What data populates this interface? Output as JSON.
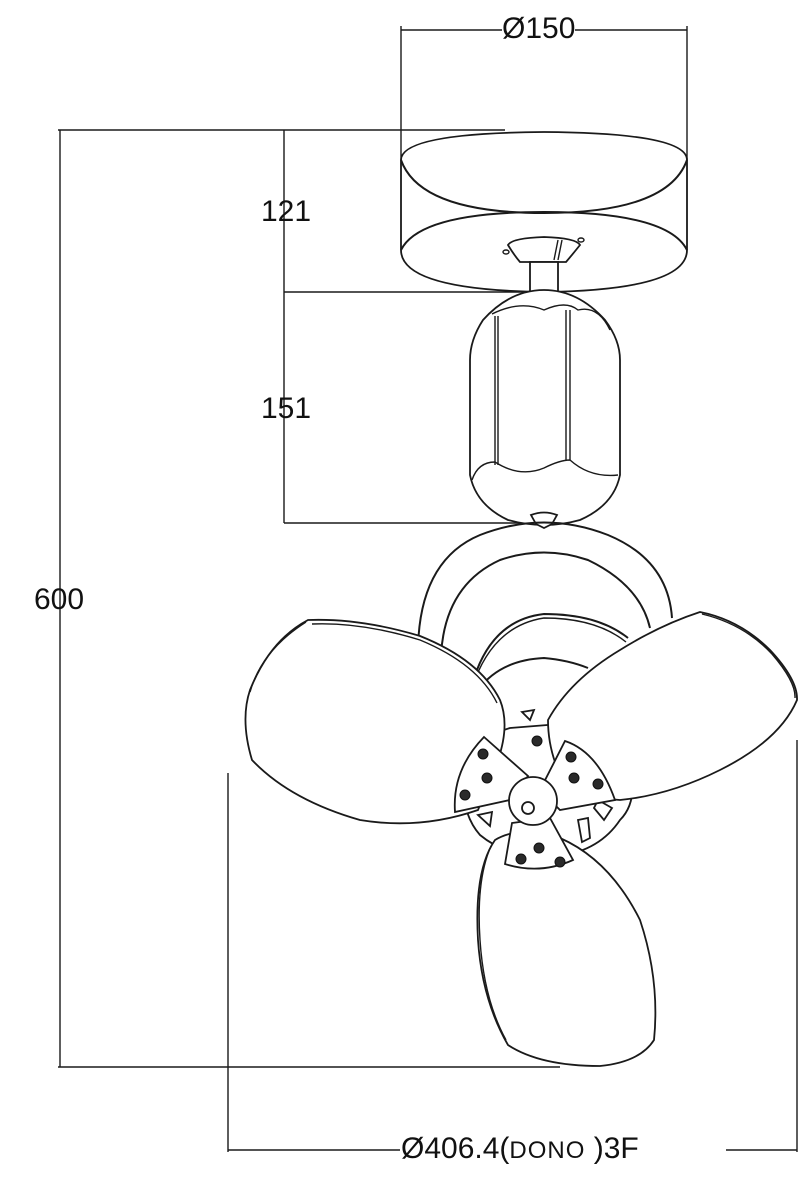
{
  "drawing": {
    "subject": "ceiling fan dimension drawing",
    "line_color": "#1a1a1a",
    "background": "#ffffff"
  },
  "dimensions": {
    "canopy_diameter": {
      "prefix": "Ø",
      "value": "150",
      "label": "Ø150"
    },
    "canopy_height": {
      "value": "121",
      "label": "121"
    },
    "motor_housing_height": {
      "value": "151",
      "label": "151"
    },
    "overall_height": {
      "value": "600",
      "label": "600"
    },
    "blade_span": {
      "prefix": "Ø",
      "value": "406.4",
      "paren_open": "(",
      "inner": "DONO",
      "paren_close": " )",
      "suffix": "3F",
      "label_main": "Ø406.4",
      "label_paren_open": "(",
      "label_inner": "DONO",
      "label_paren_close": " )3F"
    }
  },
  "components": {
    "blade_count": 3,
    "screws_per_bracket": 3
  }
}
